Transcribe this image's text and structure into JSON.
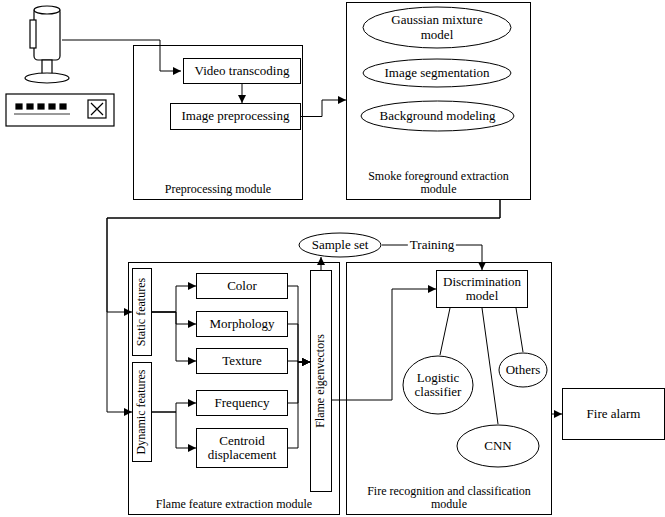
{
  "diagram": {
    "nodes": [
      {
        "text": [
          "Preprocessing module"
        ]
      },
      {
        "text": [
          "Video transcoding"
        ],
        "in": 0
      },
      {
        "text": [
          "Image preprocessing"
        ],
        "in": 0
      },
      {
        "text": [
          "Smoke foreground extraction module"
        ]
      },
      {
        "text": [
          "Gaussian mixture model"
        ],
        "in": 3
      },
      {
        "text": [
          "Image segmentation"
        ],
        "in": 3
      },
      {
        "text": [
          "Background modeling"
        ],
        "in": 3
      },
      {
        "text": [
          "Sample set"
        ]
      },
      {
        "text": [
          "Flame feature extraction module"
        ]
      },
      {
        "text": [
          "Static features"
        ],
        "in": 8
      },
      {
        "text": [
          "Color"
        ],
        "in": 8
      },
      {
        "text": [
          "Morphology"
        ],
        "in": 8
      },
      {
        "text": [
          "Texture"
        ],
        "in": 8
      },
      {
        "text": [
          "Dynamic features"
        ],
        "in": 8
      },
      {
        "text": [
          "Frequency"
        ],
        "in": 8
      },
      {
        "text": [
          "Centroid displacement"
        ],
        "in": 8
      },
      {
        "text": [
          "Flame eigenvectors"
        ],
        "in": 8
      },
      {
        "text": [
          "Fire recognition and classification module"
        ]
      },
      {
        "text": [
          "Discrimination model"
        ],
        "in": 17
      },
      {
        "text": [
          "Logistic classifier"
        ],
        "in": 17
      },
      {
        "text": [
          "Others"
        ],
        "in": 17
      },
      {
        "text": [
          "CNN"
        ],
        "in": 17
      },
      {
        "text": [
          "Fire alarm"
        ]
      }
    ],
    "edges": [
      {
        "from": 1,
        "to": 2,
        "arrow": "to"
      },
      {
        "from": 2,
        "to": 3,
        "arrow": "to"
      },
      {
        "from": 3,
        "to": 9,
        "arrow": "to"
      },
      {
        "from": 3,
        "to": 13,
        "arrow": "to"
      },
      {
        "from": 9,
        "to": 10,
        "arrow": "to"
      },
      {
        "from": 9,
        "to": 11,
        "arrow": "to"
      },
      {
        "from": 9,
        "to": 12,
        "arrow": "to"
      },
      {
        "from": 13,
        "to": 14,
        "arrow": "to"
      },
      {
        "from": 13,
        "to": 15,
        "arrow": "to"
      },
      {
        "from": 10,
        "to": 16,
        "arrow": "to"
      },
      {
        "from": 11,
        "to": 16,
        "arrow": "to"
      },
      {
        "from": 12,
        "to": 16,
        "arrow": "to"
      },
      {
        "from": 14,
        "to": 16,
        "arrow": "to"
      },
      {
        "from": 15,
        "to": 16,
        "arrow": "to"
      },
      {
        "from": 16,
        "to": 7,
        "arrow": "to"
      },
      {
        "from": 7,
        "to": 18,
        "label": "Training",
        "arrow": "to"
      },
      {
        "from": 16,
        "to": 18,
        "arrow": "to"
      },
      {
        "from": 18,
        "to": 19,
        "arrow": "none"
      },
      {
        "from": 18,
        "to": 21,
        "arrow": "none"
      },
      {
        "from": 18,
        "to": 20,
        "arrow": "none"
      },
      {
        "from": 17,
        "to": 22,
        "arrow": "to"
      }
    ]
  }
}
